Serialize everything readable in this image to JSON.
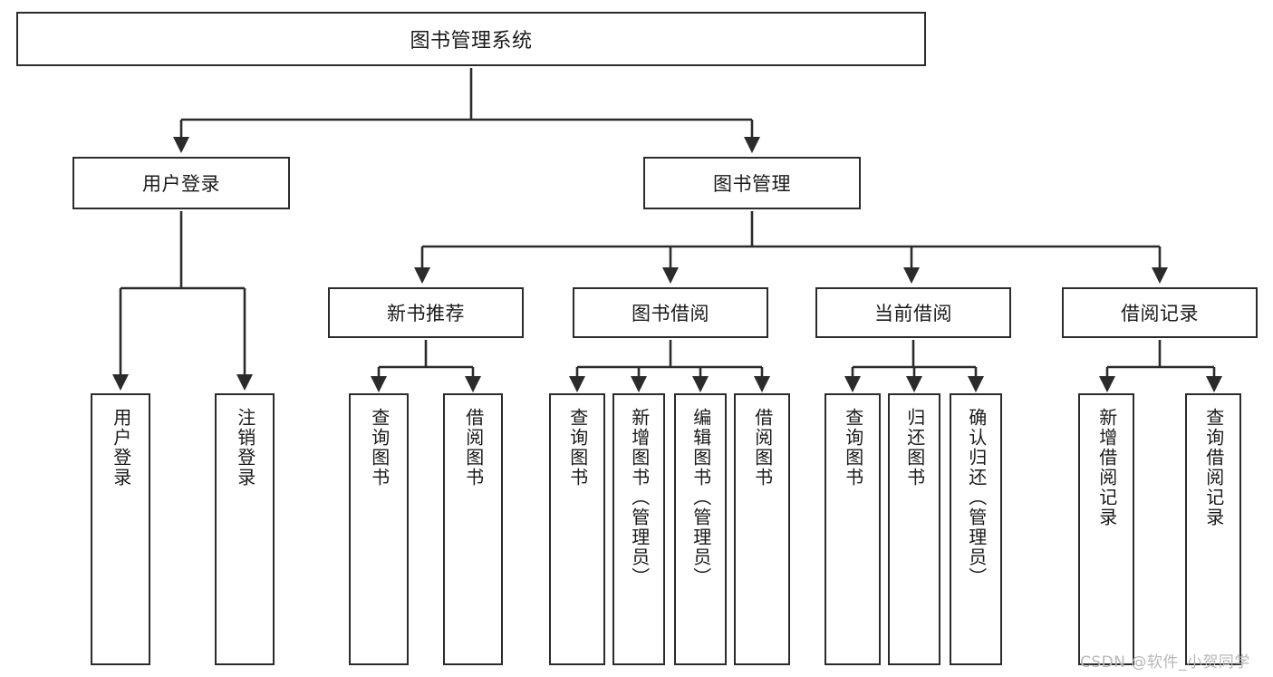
{
  "diagram": {
    "title": "图书管理系统",
    "type": "tree-hierarchy-diagram",
    "root": {
      "label": "图书管理系统"
    },
    "level1": [
      {
        "label": "用户登录"
      },
      {
        "label": "图书管理"
      }
    ],
    "level2": [
      {
        "label": "新书推荐"
      },
      {
        "label": "图书借阅"
      },
      {
        "label": "当前借阅"
      },
      {
        "label": "借阅记录"
      }
    ],
    "leaves": {
      "user_login": [
        {
          "label": "用户登录"
        },
        {
          "label": "注销登录"
        }
      ],
      "new_book_recommend": [
        {
          "label": "查询图书"
        },
        {
          "label": "借阅图书"
        }
      ],
      "book_borrow": [
        {
          "label": "查询图书"
        },
        {
          "label": "新增图书（管理员）"
        },
        {
          "label": "编辑图书（管理员）"
        },
        {
          "label": "借阅图书"
        }
      ],
      "current_borrow": [
        {
          "label": "查询图书"
        },
        {
          "label": "归还图书"
        },
        {
          "label": "确认归还（管理员）"
        }
      ],
      "borrow_record": [
        {
          "label": "新增借阅记录"
        },
        {
          "label": "查询借阅记录"
        }
      ]
    }
  },
  "watermark": {
    "text": "CSDN @软件_小贺同学"
  },
  "colors": {
    "border": "#2b2b2b",
    "text": "#1a1a1a",
    "background": "#ffffff",
    "watermark": "#b8b8b8"
  }
}
